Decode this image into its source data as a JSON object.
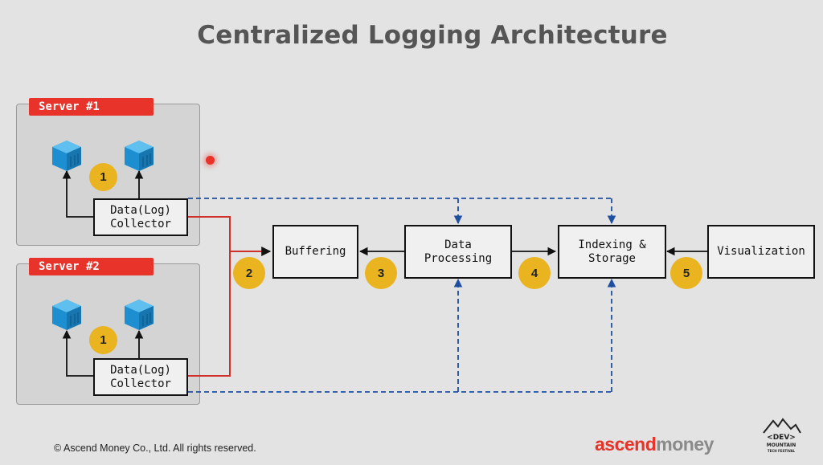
{
  "title": "Centralized Logging Architecture",
  "servers": [
    {
      "label": "Server #1",
      "collector": "Data(Log)\nCollector",
      "step": "1"
    },
    {
      "label": "Server #2",
      "collector": "Data(Log)\nCollector",
      "step": "1"
    }
  ],
  "nodes": {
    "buffering": "Buffering",
    "processing": "Data\nProcessing",
    "indexing": "Indexing &\nStorage",
    "visualization": "Visualization"
  },
  "steps": {
    "buffering": "2",
    "processing": "3",
    "indexing": "4",
    "visualization": "5"
  },
  "footer": "© Ascend Money Co., Ltd. All rights reserved.",
  "brand": {
    "part1": "ascend",
    "part2": "money"
  },
  "event_logo": {
    "line1": "<DEV>",
    "line2": "MOUNTAIN",
    "line3": "TECH FESTIVAL"
  },
  "colors": {
    "server_tag": "#e8332b",
    "badge": "#e9b420",
    "container_icon": "#1d8fd1",
    "data_flow": "#e8332b",
    "control_flow": "#1f4fa0"
  },
  "icons": [
    "container-icon",
    "mountain-icon"
  ]
}
